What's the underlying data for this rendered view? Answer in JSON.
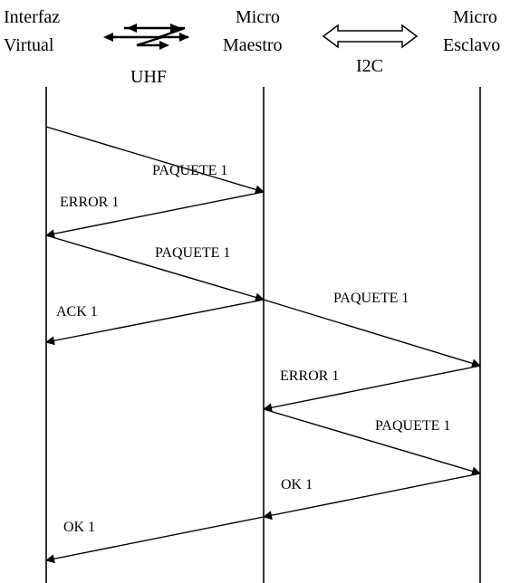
{
  "participants": [
    {
      "line1": "Interfaz",
      "line2": "Virtual"
    },
    {
      "line1": "Micro",
      "line2": "Maestro"
    },
    {
      "line1": "Micro",
      "line2": "Esclavo"
    }
  ],
  "links": {
    "uhf_label": "UHF",
    "i2c_label": "I2C",
    "uhf_icon": "lightning-arrows-icon",
    "i2c_icon": "double-arrow-icon"
  },
  "messages": [
    {
      "from": 0,
      "to": 1,
      "label": "PAQUETE 1"
    },
    {
      "from": 1,
      "to": 0,
      "label": "ERROR 1"
    },
    {
      "from": 0,
      "to": 1,
      "label": "PAQUETE 1"
    },
    {
      "from": 1,
      "to": 0,
      "label": "ACK 1"
    },
    {
      "from": 1,
      "to": 2,
      "label": "PAQUETE 1"
    },
    {
      "from": 2,
      "to": 1,
      "label": "ERROR 1"
    },
    {
      "from": 1,
      "to": 2,
      "label": "PAQUETE 1"
    },
    {
      "from": 2,
      "to": 1,
      "label": "OK 1"
    },
    {
      "from": 1,
      "to": 0,
      "label": "OK 1"
    }
  ]
}
